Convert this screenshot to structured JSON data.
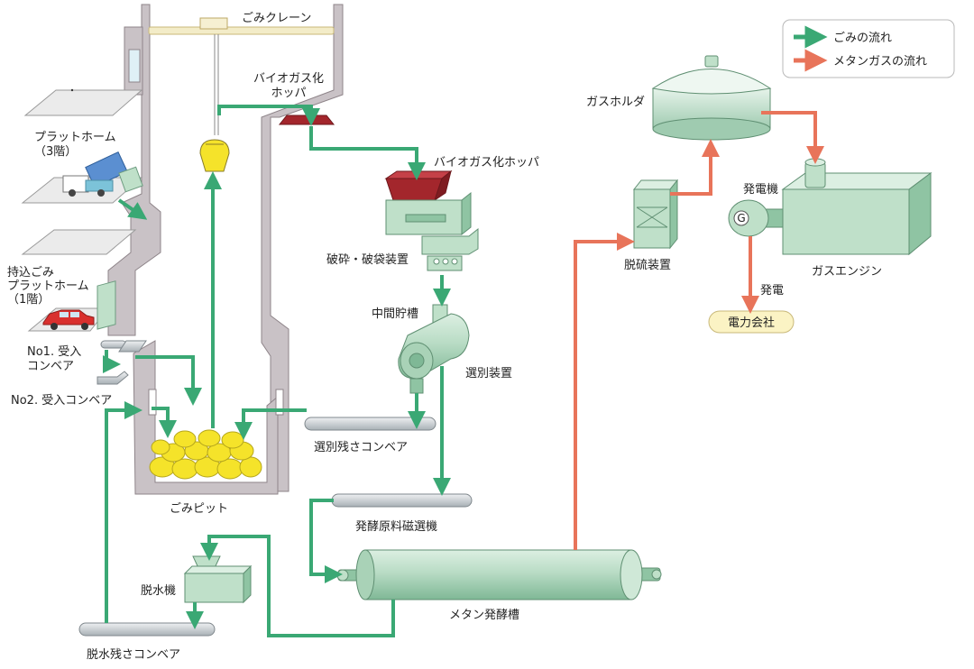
{
  "legend": {
    "garbage_flow": "ごみの流れ",
    "methane_flow": "メタンガスの流れ"
  },
  "labels": {
    "crane": "ごみクレーン",
    "hopper_top_1": "バイオガス化",
    "hopper_top_2": "ホッパ",
    "hopper_main": "バイオガス化ホッパ",
    "platform3_1": "プラットホーム",
    "platform3_2": "（3階）",
    "platform1_1": "持込ごみ",
    "platform1_2": "プラットホーム",
    "platform1_3": "（1階）",
    "no1_conveyor_1": "No1. 受入",
    "no1_conveyor_2": "コンベア",
    "no2_conveyor": "No2. 受入コンベア",
    "crusher": "破砕・破袋装置",
    "storage_tank": "中間貯槽",
    "sorter": "選別装置",
    "residue_conveyor": "選別残さコンベア",
    "pit": "ごみピット",
    "magnetic": "発酵原料磁選機",
    "dewater": "脱水機",
    "dewater_residue": "脱水残さコンベア",
    "fermenter": "メタン発酵槽",
    "gas_holder": "ガスホルダ",
    "desulfur": "脱硫装置",
    "generator": "発電機",
    "generator_symbol": "G",
    "gas_engine": "ガスエンジン",
    "power_gen": "発電",
    "power_company": "電力会社"
  },
  "colors": {
    "garbage_flow": "#3aa874",
    "methane_flow": "#e8745a",
    "building": "#c9c2c6",
    "building_edge": "#8e8489",
    "equipment": "#bfe0c9",
    "equipment_dark": "#8fc4a3",
    "hopper_red": "#a3262c",
    "garbage_yellow": "#f5e32a",
    "power_box": "#fbf3c4"
  }
}
